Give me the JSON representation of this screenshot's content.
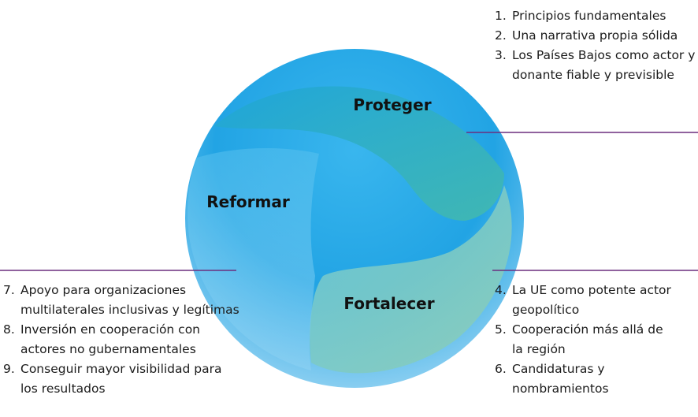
{
  "segments": {
    "protect": {
      "label": "Proteger"
    },
    "reform": {
      "label": "Reformar"
    },
    "strengthen": {
      "label": "Fortalecer"
    }
  },
  "lists": {
    "protect": [
      {
        "num": "1.",
        "text": "Principios fundamentales"
      },
      {
        "num": "2.",
        "text": "Una narrativa propia sólida"
      },
      {
        "num": "3.",
        "text": "Los Países Bajos como actor y donante fiable y previsible"
      }
    ],
    "strengthen": [
      {
        "num": "4.",
        "text": "La UE como potente actor geopolítico"
      },
      {
        "num": "5.",
        "text": "Cooperación más allá de la región"
      },
      {
        "num": "6.",
        "text": "Candidaturas y nombramientos"
      }
    ],
    "reform": [
      {
        "num": "7.",
        "text": "Apoyo para organizaciones multilaterales inclusivas y legítimas"
      },
      {
        "num": "8.",
        "text": "Inversión en cooperación con actores no gubernamentales"
      },
      {
        "num": "9.",
        "text": "Conseguir mayor visibilidad para los resultados"
      }
    ]
  },
  "colors": {
    "sphere_top": "#1fa6e6",
    "sphere_bottom": "#8fd0f2",
    "teal_blade": "#3fb8b8",
    "leader_line": "#6b2f7f"
  }
}
